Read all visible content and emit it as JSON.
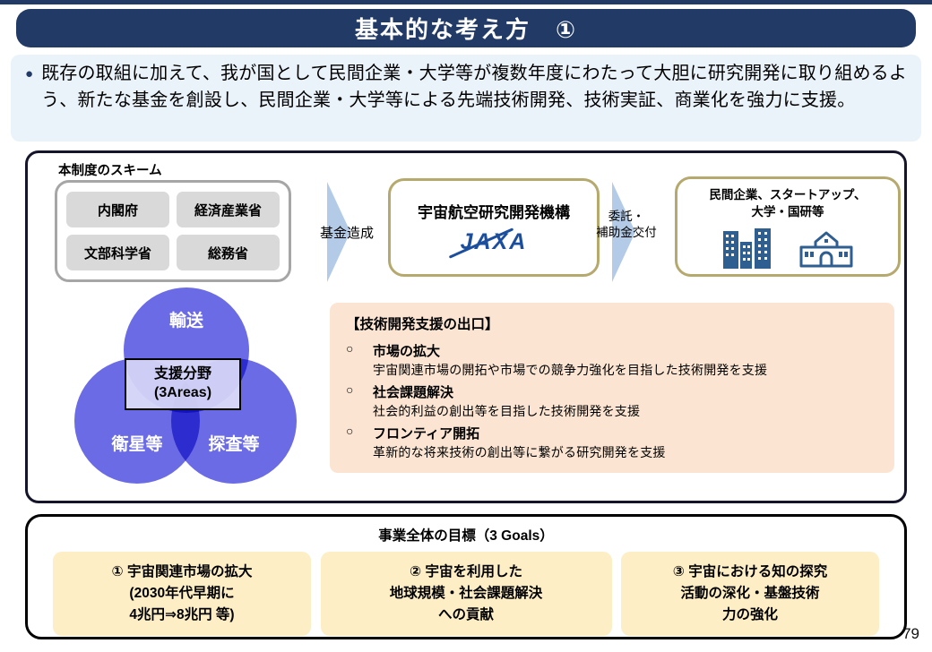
{
  "page": {
    "number": "79"
  },
  "title_bar": {
    "text": "基本的な考え方　①"
  },
  "intro": {
    "bullet": "●",
    "text": "既存の取組に加えて、我が国として民間企業・大学等が複数年度にわたって大胆に研究開発に取り組めるよう、新たな基金を創設し、民間企業・大学等による先端技術開発、技術実証、商業化を強力に支援。"
  },
  "scheme": {
    "label": "本制度のスキーム",
    "ministries": [
      "内閣府",
      "経済産業省",
      "文部科学省",
      "総務省"
    ],
    "fund_arrow_label": "基金造成",
    "jaxa": {
      "name": "宇宙航空研究開発機構",
      "logo": "JAXA"
    },
    "consign_arrow_label_line1": "委託・",
    "consign_arrow_label_line2": "補助金交付",
    "partners": {
      "line1": "民間企業、スタートアップ、",
      "line2": "大学・国研等"
    }
  },
  "venn": {
    "top": "輸送",
    "bottom_left": "衛星等",
    "bottom_right": "探査等",
    "center_line1": "支援分野",
    "center_line2": "(3Areas)"
  },
  "exit": {
    "header": "【技術開発支援の出口】",
    "marker": "○",
    "items": [
      {
        "title": "市場の拡大",
        "desc": "宇宙関連市場の開拓や市場での競争力強化を目指した技術開発を支援"
      },
      {
        "title": "社会課題解決",
        "desc": "社会的利益の創出等を目指した技術開発を支援"
      },
      {
        "title": "フロンティア開拓",
        "desc": "革新的な将来技術の創出等に繋がる研究開発を支援"
      }
    ]
  },
  "goals": {
    "title": "事業全体の目標（3 Goals）",
    "items": [
      {
        "lines": [
          "① 宇宙関連市場の拡大",
          "(2030年代早期に",
          "4兆円⇒8兆円 等)"
        ]
      },
      {
        "lines": [
          "② 宇宙を利用した",
          "地球規模・社会課題解決",
          "への貢献"
        ]
      },
      {
        "lines": [
          "③ 宇宙における知の探究",
          "活動の深化・基盤技術",
          "力の強化"
        ]
      }
    ]
  },
  "colors": {
    "navy": "#223a66",
    "light_blue_bg": "#eaf2fa",
    "arrow_blue": "#b4cbe7",
    "tan_border": "#b5a96e",
    "jaxa_blue": "#1c4e9e",
    "icon_navy": "#2f5e91",
    "venn_blue": "#6b6be6",
    "orange_bg": "#fbe5d2",
    "yellow_bg": "#fdeec6"
  }
}
